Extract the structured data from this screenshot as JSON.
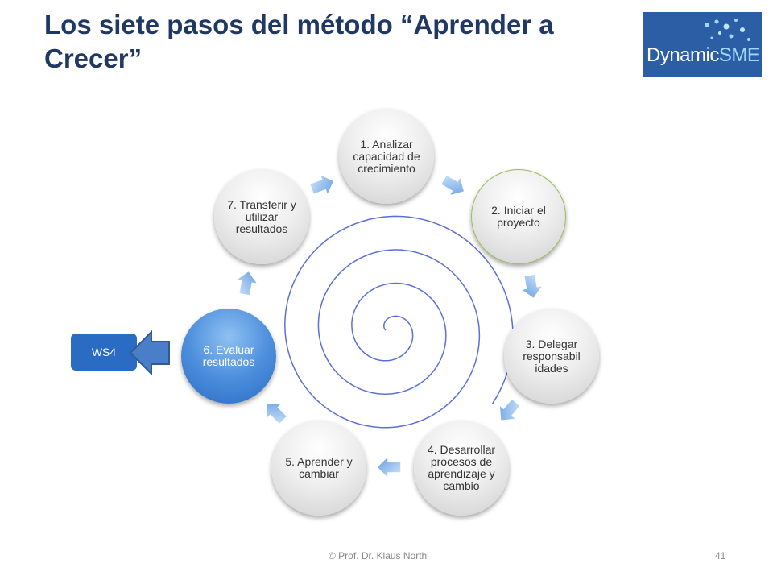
{
  "title": "Los siete pasos del método “Aprender a Crecer”",
  "logo": {
    "text_main": "Dynamic",
    "text_accent": "SME"
  },
  "steps": [
    {
      "label": "1. Analizar capacidad de crecimiento"
    },
    {
      "label": "2. Iniciar el proyecto"
    },
    {
      "label": "3. Delegar responsabil idades"
    },
    {
      "label": "4. Desarrollar procesos de aprendizaje y cambio"
    },
    {
      "label": "5. Aprender y cambiar"
    },
    {
      "label": "6. Evaluar resultados"
    },
    {
      "label": "7. Transferir y utilizar resultados"
    }
  ],
  "side_label": "WS4",
  "footer": {
    "copyright": "© Prof. Dr. Klaus North",
    "page_number": "41"
  },
  "colors": {
    "title": "#1f3864",
    "active_step": "#2a6bc3",
    "spiral": "#5b6fd6",
    "arrow": "#8fb8e8",
    "logo_bg": "#2c5ea6"
  }
}
